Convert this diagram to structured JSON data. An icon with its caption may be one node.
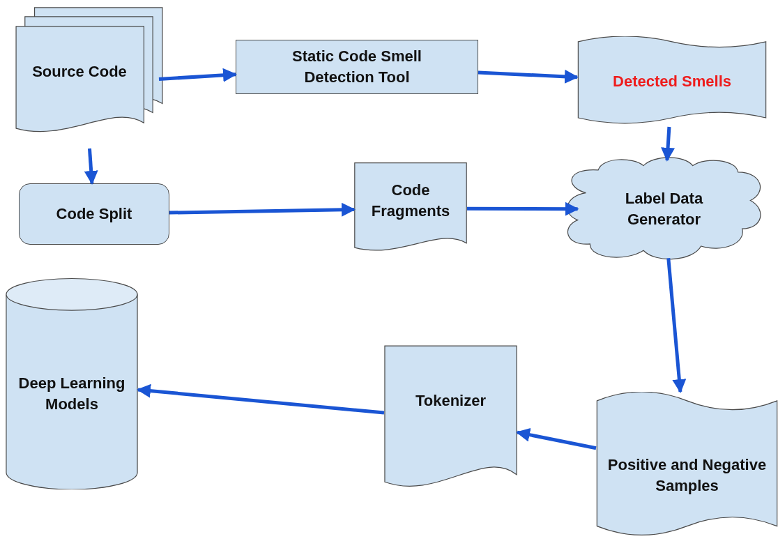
{
  "diagram": {
    "nodes": [
      {
        "text": [
          "Source Code"
        ]
      },
      {
        "text": [
          "Static Code Smell Detection Tool"
        ]
      },
      {
        "text": [
          "Detected Smells"
        ]
      },
      {
        "text": [
          "Code Split"
        ]
      },
      {
        "text": [
          "Code Fragments"
        ]
      },
      {
        "text": [
          "Label Data Generator"
        ]
      },
      {
        "text": [
          "Deep Learning Models"
        ]
      },
      {
        "text": [
          "Tokenizer"
        ]
      },
      {
        "text": [
          "Positive and Negative Samples"
        ]
      }
    ],
    "edges": [
      {
        "from": 0,
        "to": 1,
        "arrow": "to"
      },
      {
        "from": 1,
        "to": 2,
        "arrow": "to"
      },
      {
        "from": 0,
        "to": 3,
        "arrow": "to"
      },
      {
        "from": 2,
        "to": 5,
        "arrow": "to"
      },
      {
        "from": 3,
        "to": 4,
        "arrow": "to"
      },
      {
        "from": 4,
        "to": 5,
        "arrow": "to"
      },
      {
        "from": 5,
        "to": 8,
        "arrow": "to"
      },
      {
        "from": 8,
        "to": 7,
        "arrow": "to"
      },
      {
        "from": 7,
        "to": 6,
        "arrow": "to"
      }
    ]
  }
}
